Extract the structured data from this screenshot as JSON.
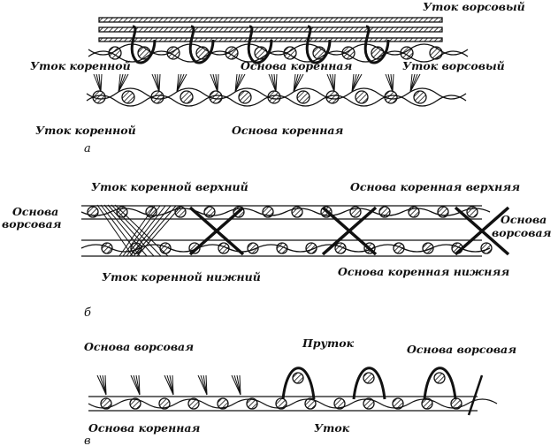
{
  "panel_a": {
    "letter": "а",
    "top": {
      "label_pile_weft_top": "Уток ворсовый",
      "label_ground_weft": "Уток коренной",
      "label_ground_warp": "Основа коренная",
      "label_pile_weft": "Уток ворсовый"
    },
    "bottom": {
      "label_ground_weft": "Уток коренной",
      "label_ground_warp": "Основа коренная"
    }
  },
  "panel_b": {
    "letter": "б",
    "label_upper_weft": "Уток коренной верхний",
    "label_upper_warp": "Основа коренная верхняя",
    "label_pile_warp_left_1": "Основа",
    "label_pile_warp_left_2": "ворсовая",
    "label_pile_warp_right_1": "Основа",
    "label_pile_warp_right_2": "ворсовая",
    "label_lower_weft": "Уток коренной нижний",
    "label_lower_warp": "Основа коренная нижняя"
  },
  "panel_c": {
    "letter": "в",
    "label_pile_warp_left": "Основа ворсовая",
    "label_rod": "Пруток",
    "label_pile_warp_right": "Основа ворсовая",
    "label_ground_warp": "Основа коренная",
    "label_weft": "Уток"
  },
  "colors": {
    "ink": "#111111",
    "background": "#ffffff"
  }
}
